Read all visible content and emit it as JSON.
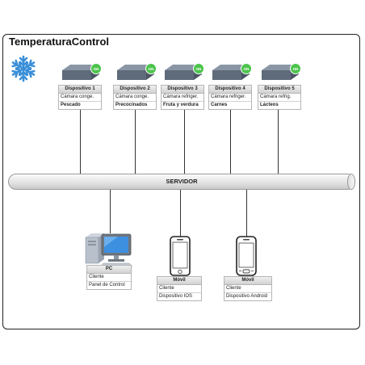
{
  "title": "TemperaturaControl",
  "devices": [
    {
      "name": "Dispositivo 1",
      "type": "Cámara conge.",
      "content": "Pescado",
      "status": "ON"
    },
    {
      "name": "Dispositivo 2",
      "type": "Cámara conge.",
      "content": "Precocinados",
      "status": "ON"
    },
    {
      "name": "Dispositivo 3",
      "type": "Cámara refriger.",
      "content": "Fruta y verdura",
      "status": "ON"
    },
    {
      "name": "Dispositivo 4",
      "type": "Cámara refriger.",
      "content": "Carnes",
      "status": "ON"
    },
    {
      "name": "Dispositivo 5",
      "type": "Cámara refrig.",
      "content": "Lácteos",
      "status": "ON"
    }
  ],
  "server": {
    "label": "SERVIDOR"
  },
  "clients": [
    {
      "name": "PC",
      "role": "Cliente",
      "detail": "Panel de Control",
      "icon": "desktop-pc-icon"
    },
    {
      "name": "Móvil",
      "role": "Cliente",
      "detail": "Dispositivo IOS",
      "icon": "iphone-icon"
    },
    {
      "name": "Móvil",
      "role": "Cliente",
      "detail": "Dispositivo Android",
      "icon": "android-phone-icon"
    }
  ],
  "colors": {
    "router_body": "#6f7b8a",
    "status_on": "#4cc44c",
    "snowflake": "#3b8fd8",
    "bus": "#e3e3e3"
  }
}
